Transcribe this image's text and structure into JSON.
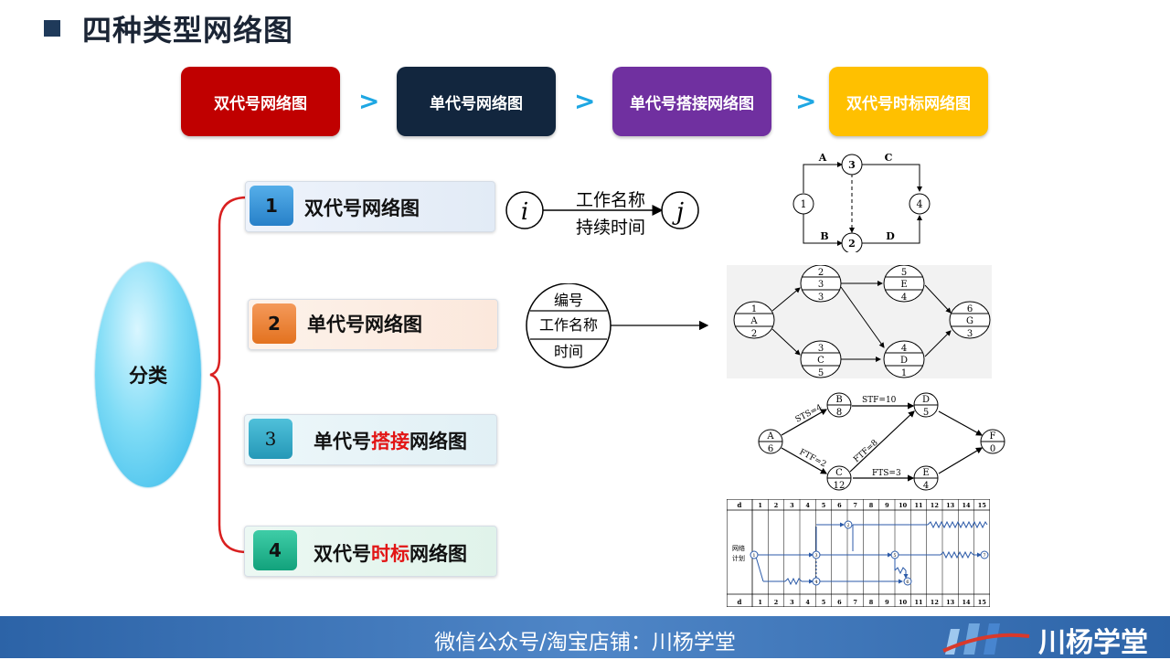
{
  "page": {
    "title": "四种类型网络图"
  },
  "flow": [
    {
      "label": "双代号网络图",
      "color": "#c00000"
    },
    {
      "label": "单代号网络图",
      "color": "#12263e"
    },
    {
      "label": "单代号搭接网络图",
      "color": "#7030a0"
    },
    {
      "label": "双代号时标网络图",
      "color": "#ffc000"
    }
  ],
  "flow_separator": ">",
  "classification": {
    "label": "分类",
    "items": [
      {
        "number": "1",
        "label": "双代号网络图"
      },
      {
        "number": "2",
        "label": "单代号网络图"
      },
      {
        "number": "3",
        "label_a": "单代号",
        "label_b": "搭接",
        "label_c": "网络图"
      },
      {
        "number": "4",
        "label_a": "双代号",
        "label_b": "时标",
        "label_c": "网络图"
      }
    ]
  },
  "aoa_notation": {
    "start_node": "i",
    "end_node": "j",
    "top_text": "工作名称",
    "bottom_text": "持续时间"
  },
  "aon_notation": {
    "top": "编号",
    "middle": "工作名称",
    "bottom": "时间"
  },
  "example1": {
    "nodes": [
      "1",
      "2",
      "3",
      "4"
    ],
    "labels": [
      "A",
      "B",
      "C",
      "D"
    ]
  },
  "example2": {
    "nodes": [
      {
        "top": "1",
        "mid": "A",
        "bot": "2"
      },
      {
        "top": "2",
        "mid": "3",
        "bot": "3"
      },
      {
        "top": "3",
        "mid": "C",
        "bot": "5"
      },
      {
        "top": "5",
        "mid": "E",
        "bot": "4"
      },
      {
        "top": "4",
        "mid": "D",
        "bot": "1"
      },
      {
        "top": "6",
        "mid": "G",
        "bot": "3"
      }
    ]
  },
  "example3": {
    "nodes": [
      {
        "top": "A",
        "bot": "6"
      },
      {
        "top": "B",
        "bot": "8"
      },
      {
        "top": "C",
        "bot": "12"
      },
      {
        "top": "D",
        "bot": "5"
      },
      {
        "top": "E",
        "bot": "4"
      },
      {
        "top": "F",
        "bot": "0"
      }
    ],
    "links": [
      "STS=4",
      "FTF=2",
      "STF=10",
      "FTF=8",
      "FTS=3"
    ]
  },
  "example4": {
    "header_label": "d",
    "row_label_line1": "网络",
    "row_label_line2": "计划",
    "columns": [
      "1",
      "2",
      "3",
      "4",
      "5",
      "6",
      "7",
      "8",
      "9",
      "10",
      "11",
      "12",
      "13",
      "14",
      "15"
    ],
    "nodes": [
      "1",
      "2",
      "3",
      "4",
      "5",
      "6",
      "7"
    ]
  },
  "footer": {
    "text": "微信公众号/淘宝店铺：川杨学堂",
    "brand": "川杨学堂"
  },
  "colors": {
    "badge1": "#2e8fd8",
    "badge2": "#ee7d2d",
    "badge3": "#2ea2c0",
    "badge4": "#17b08c",
    "bracket": "#d92020"
  }
}
